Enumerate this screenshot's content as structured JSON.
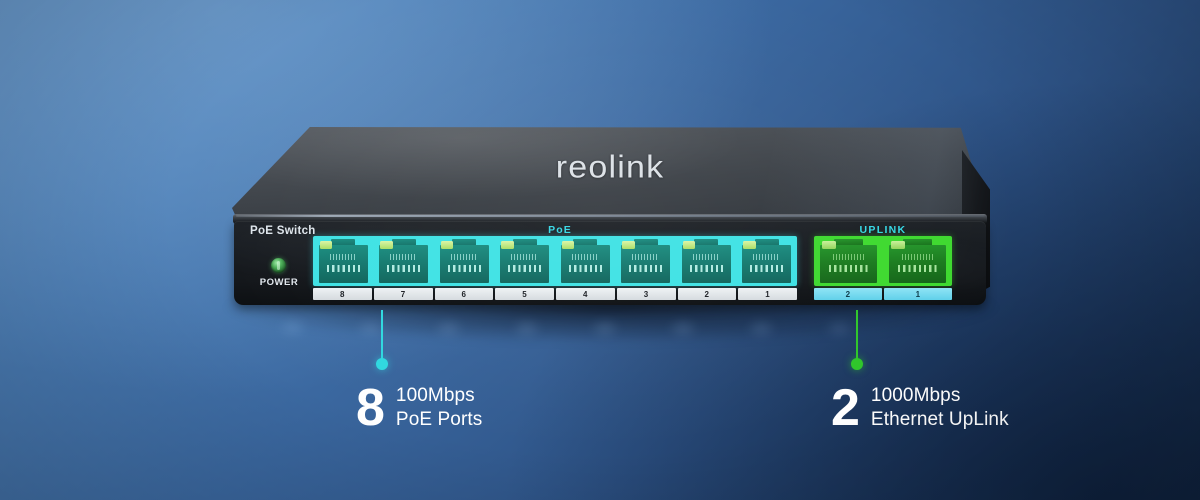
{
  "product": {
    "brand_logo": "reolink",
    "front_labels": {
      "poe_switch": "PoE Switch",
      "poe": "PoE",
      "uplink": "UPLINK",
      "power": "POWER"
    },
    "poe_ports": [
      {
        "number": "8"
      },
      {
        "number": "7"
      },
      {
        "number": "6"
      },
      {
        "number": "5"
      },
      {
        "number": "4"
      },
      {
        "number": "3"
      },
      {
        "number": "2"
      },
      {
        "number": "1"
      }
    ],
    "uplink_ports": [
      {
        "number": "2"
      },
      {
        "number": "1"
      }
    ]
  },
  "callouts": [
    {
      "count": "8",
      "line1": "100Mbps",
      "line2": "PoE Ports",
      "color": "#2fd8e0"
    },
    {
      "count": "2",
      "line1": "1000Mbps",
      "line2": "Ethernet UpLink",
      "color": "#2fc62a"
    }
  ],
  "colors": {
    "background_light": "#5d8fc4",
    "background_dark": "#17304f",
    "poe_accent": "#3ee2e4",
    "uplink_accent": "#3ed92f",
    "chassis_top": "#474c52",
    "chassis_front": "#13161a"
  }
}
